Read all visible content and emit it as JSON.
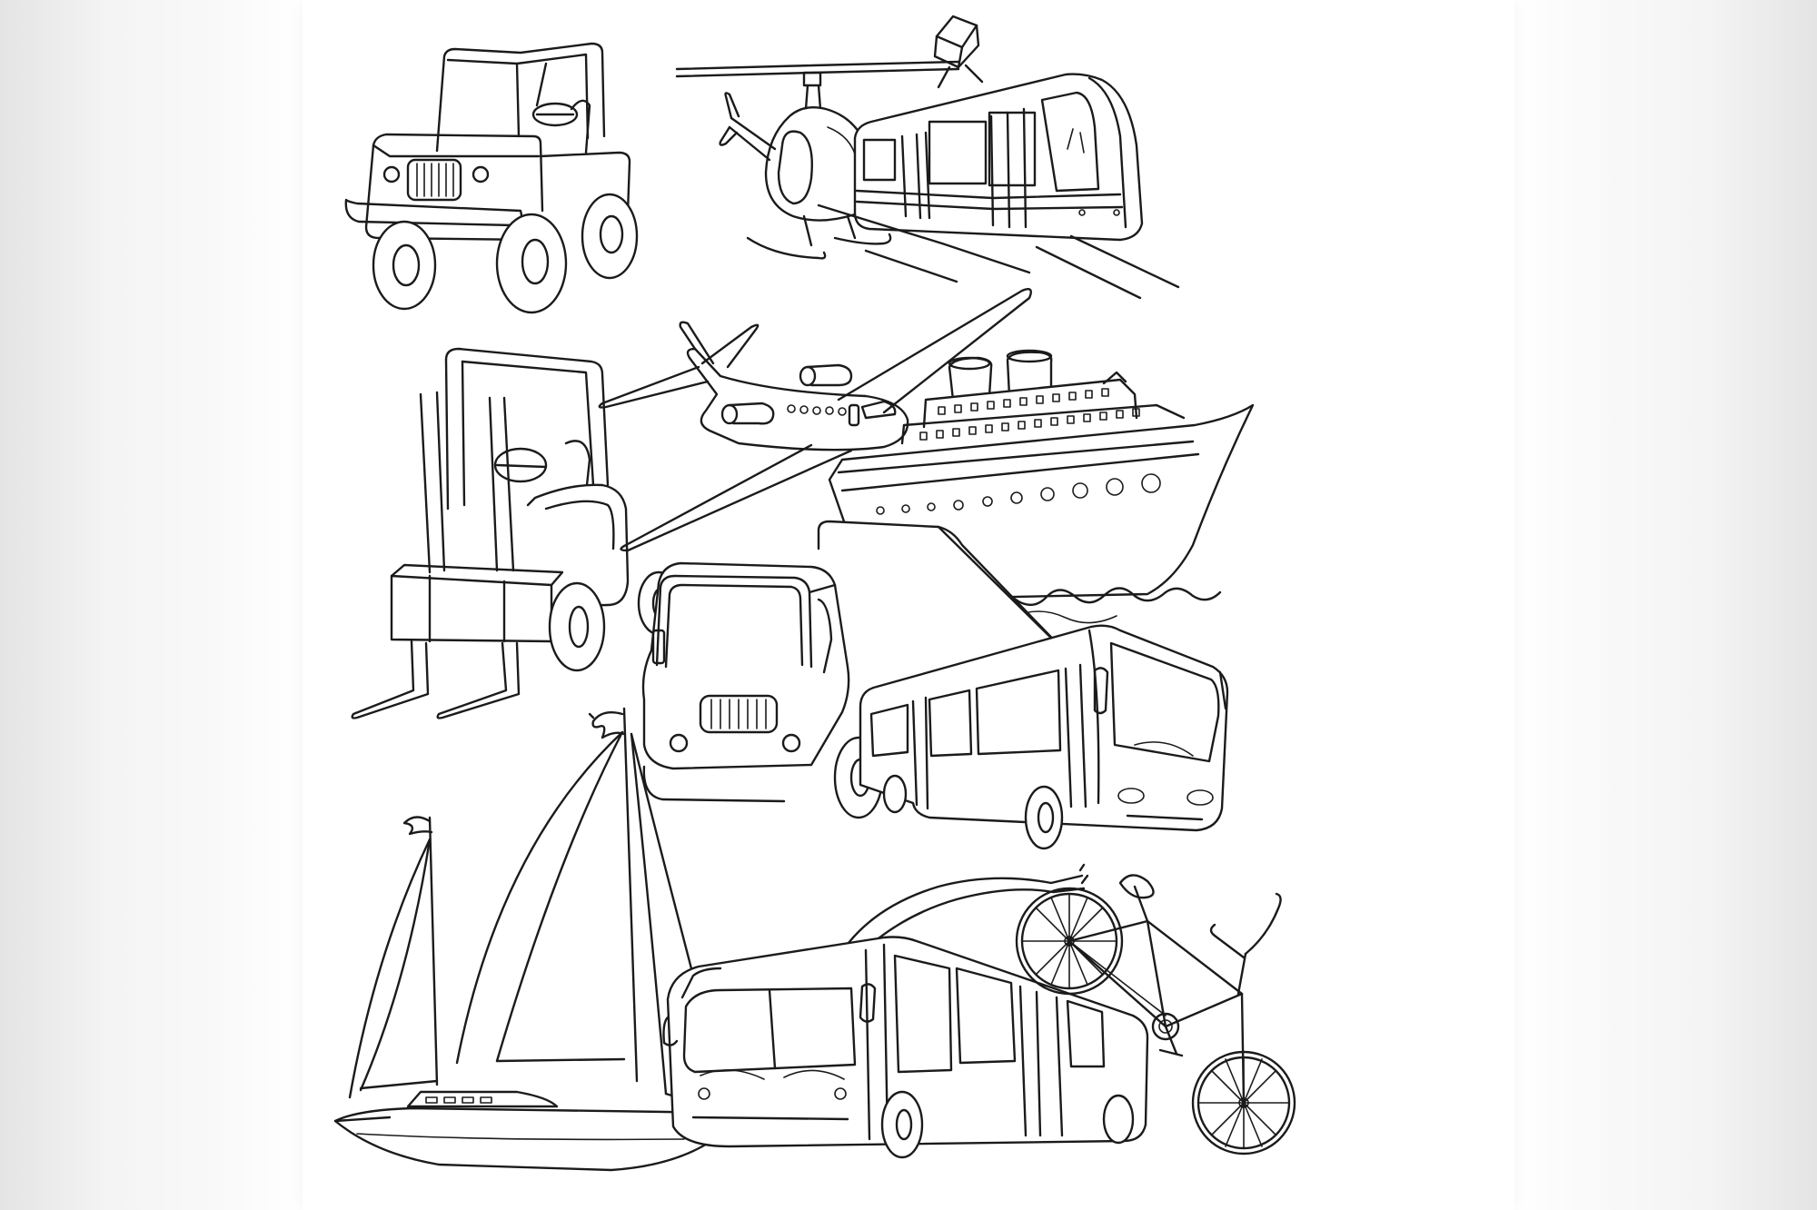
{
  "image": {
    "background": "#ffffff",
    "side_panel_color": "#efefef",
    "line_color": "#1b1b1b"
  },
  "items": [
    {
      "name": "jeep",
      "icon": "jeep-icon"
    },
    {
      "name": "helicopter",
      "icon": "helicopter-icon"
    },
    {
      "name": "tram",
      "icon": "tram-icon"
    },
    {
      "name": "forklift",
      "icon": "forklift-icon"
    },
    {
      "name": "airplane",
      "icon": "airplane-icon"
    },
    {
      "name": "cruise-ship",
      "icon": "cruise-ship-icon"
    },
    {
      "name": "truck",
      "icon": "truck-icon"
    },
    {
      "name": "bus",
      "icon": "bus-icon"
    },
    {
      "name": "sailboat",
      "icon": "sailboat-icon"
    },
    {
      "name": "trolleybus",
      "icon": "trolleybus-icon"
    },
    {
      "name": "bicycle",
      "icon": "bicycle-icon"
    }
  ]
}
